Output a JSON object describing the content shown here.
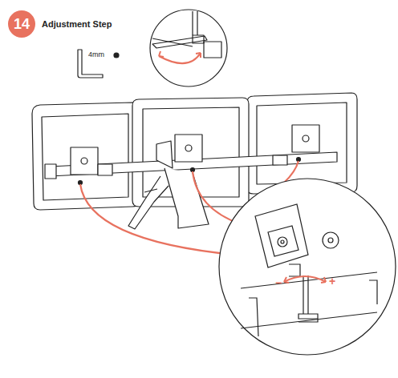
{
  "diagram": {
    "nodes": [
      {
        "text": [
          "14"
        ]
      }
    ],
    "labels": [
      "Adjustment Step",
      "4mm",
      "−",
      "+"
    ]
  }
}
